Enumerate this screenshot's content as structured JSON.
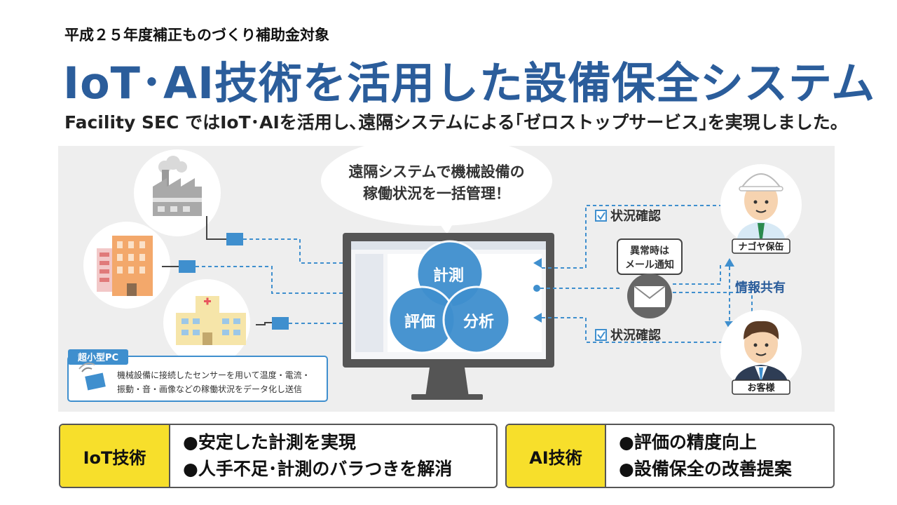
{
  "header": {
    "subsidy": "平成２５年度補正ものづくり補助金対象",
    "title": "IoT･AI技術を活用した設備保全システム",
    "subtitle": "Facility SEC ではIoT･AIを活用し､遠隔システムによる｢ゼロストップサービス｣を実現しました。"
  },
  "diagram": {
    "bubble_line1": "遠隔システムで機械設備の",
    "bubble_line2": "稼働状況を一括管理！",
    "venn": {
      "measure": "計測",
      "evaluate": "評価",
      "analyze": "分析"
    },
    "status_top": "状況確認",
    "status_bottom": "状況確認",
    "alert_line1": "異常時は",
    "alert_line2": "メール通知",
    "info_share": "情報共有",
    "person_top": "ナゴヤ保缶",
    "person_bottom": "お客様",
    "pc_box_title": "超小型PC",
    "pc_box_line1": "機械設備に接続したセンサーを用いて温度・電流・",
    "pc_box_line2": "振動・音・画像などの稼働状況をデータ化し送信"
  },
  "bottom": {
    "iot_tag": "IoT技術",
    "iot_items": [
      "●安定した計測を実現",
      "●人手不足･計測のバラつきを解消"
    ],
    "ai_tag": "AI技術",
    "ai_items": [
      "●評価の精度向上",
      "●設備保全の改善提案"
    ]
  },
  "colors": {
    "title": "#2b5d9b",
    "accent_blue": "#3f8fce",
    "yellow": "#f7df2b",
    "panel": "#eeeeee"
  }
}
